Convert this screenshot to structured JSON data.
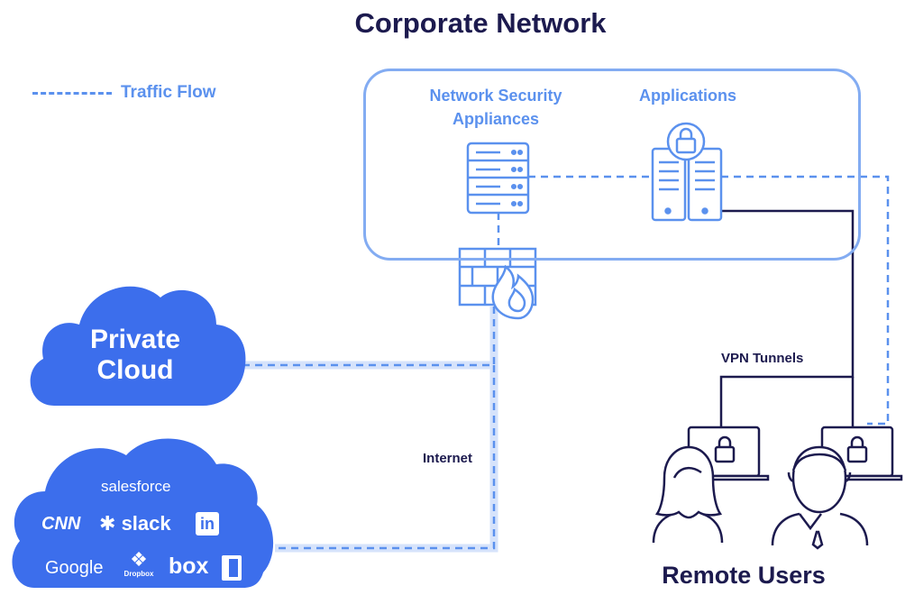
{
  "title": "Corporate Network",
  "legend": {
    "label": "Traffic Flow"
  },
  "corporate": {
    "security_label": "Network Security Appliances",
    "applications_label": "Applications"
  },
  "private_cloud": {
    "label_line1": "Private",
    "label_line2": "Cloud"
  },
  "saas": {
    "logos": [
      "salesforce",
      "CNN",
      "slack",
      "in",
      "Google",
      "Dropbox",
      "box"
    ]
  },
  "links": {
    "internet_label": "Internet",
    "vpn_label": "VPN Tunnels"
  },
  "remote_users": {
    "label": "Remote Users"
  },
  "colors": {
    "dark": "#1c1a4e",
    "blue": "#5b91ee",
    "light_blue": "#83acf2",
    "cloud": "#3c6eec",
    "pale": "#d6e3fb"
  }
}
